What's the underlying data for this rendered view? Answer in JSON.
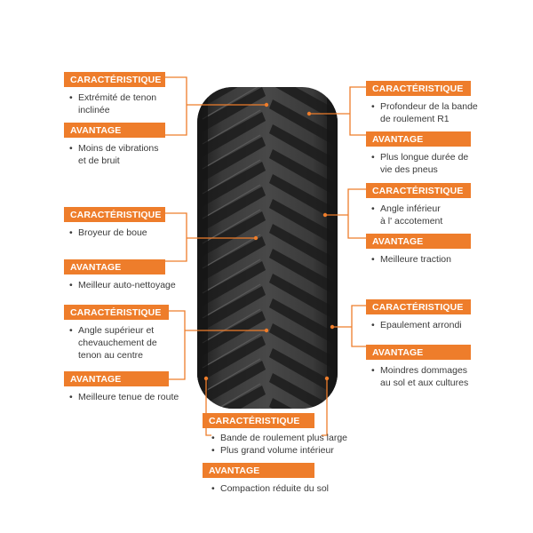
{
  "colors": {
    "accent": "#ee7d2b",
    "tire": "#2b2b2b",
    "text": "#3a3a3a"
  },
  "callouts": [
    {
      "id": "tread-tip",
      "feature_label": "CARACTÉRISTIQUE",
      "feature": [
        "Extrémité de tenon",
        "inclinée"
      ],
      "benefit_label": "AVANTAGE",
      "benefit": [
        "Moins de vibrations",
        "et de bruit"
      ]
    },
    {
      "id": "mud-breaker",
      "feature_label": "CARACTÉRISTIQUE",
      "feature": [
        "Broyeur de boue"
      ],
      "benefit_label": "AVANTAGE",
      "benefit": [
        "Meilleur auto-nettoyage"
      ]
    },
    {
      "id": "upper-angle",
      "feature_label": "CARACTÉRISTIQUE",
      "feature": [
        "Angle supérieur et",
        "chevauchement de",
        "tenon au centre"
      ],
      "benefit_label": "AVANTAGE",
      "benefit": [
        "Meilleure tenue de route"
      ]
    },
    {
      "id": "tread-depth",
      "feature_label": "CARACTÉRISTIQUE",
      "feature": [
        "Profondeur de la bande",
        "de roulement R1"
      ],
      "benefit_label": "AVANTAGE",
      "benefit": [
        "Plus longue durée de",
        "vie des pneus"
      ]
    },
    {
      "id": "lower-angle",
      "feature_label": "CARACTÉRISTIQUE",
      "feature": [
        "Angle inférieur",
        "à l' accotement"
      ],
      "benefit_label": "AVANTAGE",
      "benefit": [
        "Meilleure traction"
      ]
    },
    {
      "id": "rounded-shoulder",
      "feature_label": "CARACTÉRISTIQUE",
      "feature": [
        "Epaulement arrondi"
      ],
      "benefit_label": "AVANTAGE",
      "benefit": [
        "Moindres dommages",
        "au sol et aux cultures"
      ]
    },
    {
      "id": "wide-tread",
      "feature_label": "CARACTÉRISTIQUE",
      "feature": [
        "Bande de roulement plus large",
        "Plus grand volume intérieur"
      ],
      "benefit_label": "AVANTAGE",
      "benefit": [
        "Compaction réduite du sol"
      ]
    }
  ]
}
